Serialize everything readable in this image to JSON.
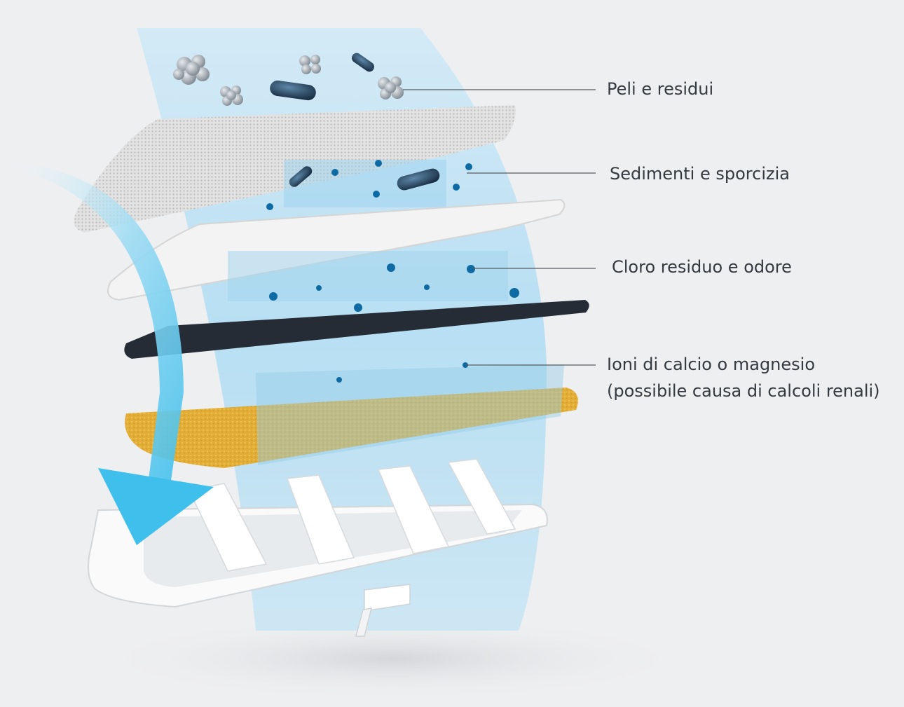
{
  "colors": {
    "background": "#eeeff1",
    "water_stream": "#a9dcf5",
    "flow_arrow": "#5cc8ee",
    "particle": "#0e6aa2",
    "mesh_layer": "#d9d9d9",
    "cotton_layer": "#f1f1f1",
    "carbon_layer": "#242b35",
    "resin_layer": "#e2ac33",
    "base_tray": "#ffffff",
    "leader_line": "#555b60",
    "label_text": "#333a40"
  },
  "labels": [
    {
      "lines": [
        "Peli e residui"
      ]
    },
    {
      "lines": [
        "Sedimenti e sporcizia"
      ]
    },
    {
      "lines": [
        "Cloro residuo e odore"
      ]
    },
    {
      "lines": [
        "Ioni di calcio o magnesio",
        "(possibile causa di calcoli renali)"
      ]
    }
  ],
  "icons": [
    "debris-cluster-icon",
    "bacteria-icon",
    "particle-dot-icon",
    "flow-arrow-icon"
  ]
}
